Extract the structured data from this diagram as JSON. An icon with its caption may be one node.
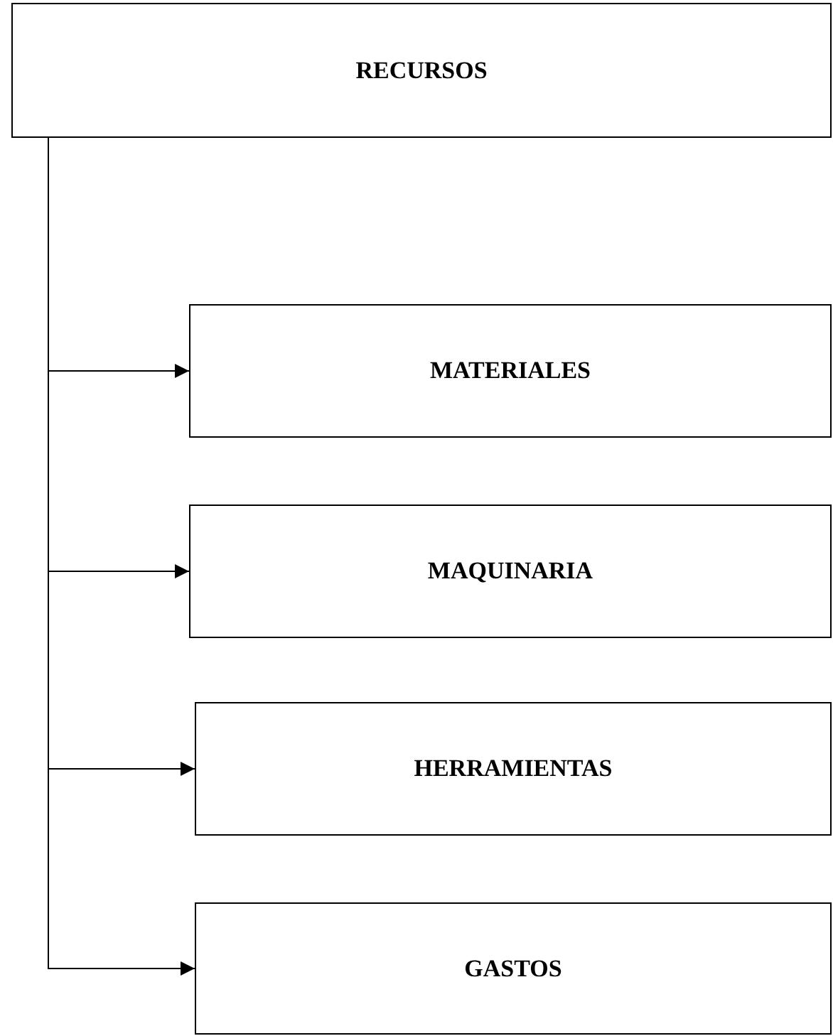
{
  "diagram": {
    "nodes": [
      {
        "text": [
          "RECURSOS"
        ]
      },
      {
        "text": [
          "MATERIALES"
        ]
      },
      {
        "text": [
          "MAQUINARIA"
        ]
      },
      {
        "text": [
          "HERRAMIENTAS"
        ]
      },
      {
        "text": [
          "GASTOS"
        ]
      }
    ],
    "edges": [
      {
        "from": 0,
        "to": 1,
        "arrow": "to"
      },
      {
        "from": 0,
        "to": 2,
        "arrow": "to"
      },
      {
        "from": 0,
        "to": 3,
        "arrow": "to"
      },
      {
        "from": 0,
        "to": 4,
        "arrow": "to"
      }
    ]
  }
}
